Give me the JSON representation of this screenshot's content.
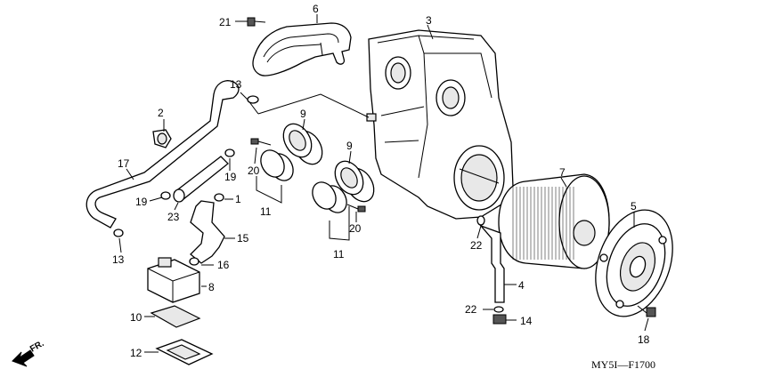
{
  "diagram": {
    "drawing_code": "MY5I—F1700",
    "direction_label": "FR.",
    "callouts": [
      "1",
      "2",
      "3",
      "4",
      "5",
      "6",
      "7",
      "8",
      "9",
      "9",
      "10",
      "11",
      "11",
      "12",
      "13",
      "13",
      "14",
      "15",
      "16",
      "17",
      "18",
      "19",
      "19",
      "20",
      "20",
      "21",
      "22",
      "22",
      "23"
    ]
  }
}
